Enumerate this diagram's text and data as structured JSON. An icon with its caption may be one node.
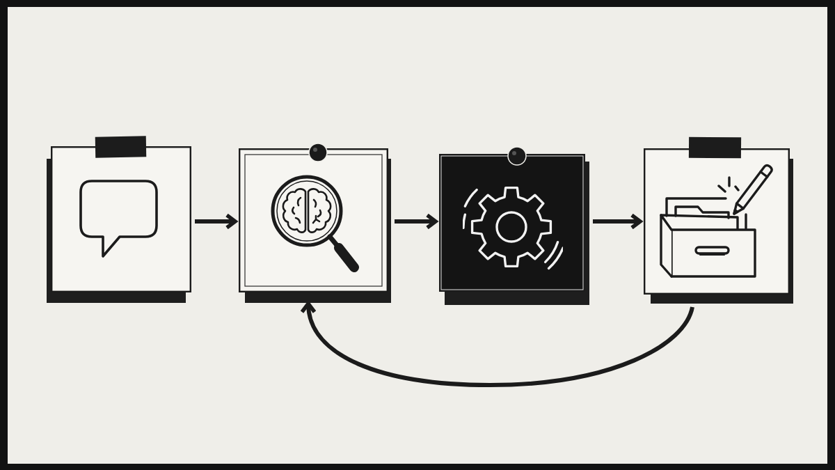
{
  "diagram": {
    "nodes": [
      {
        "text": [],
        "shape": "picture"
      },
      {
        "text": [],
        "shape": "picture"
      },
      {
        "text": [],
        "shape": "picture"
      },
      {
        "text": [],
        "shape": "picture"
      }
    ],
    "edges": [
      {
        "from": 0,
        "to": 1,
        "arrow": "to"
      },
      {
        "from": 1,
        "to": 2,
        "arrow": "to"
      },
      {
        "from": 2,
        "to": 3,
        "arrow": "to"
      },
      {
        "from": 3,
        "to": 1,
        "arrow": "to"
      }
    ]
  }
}
